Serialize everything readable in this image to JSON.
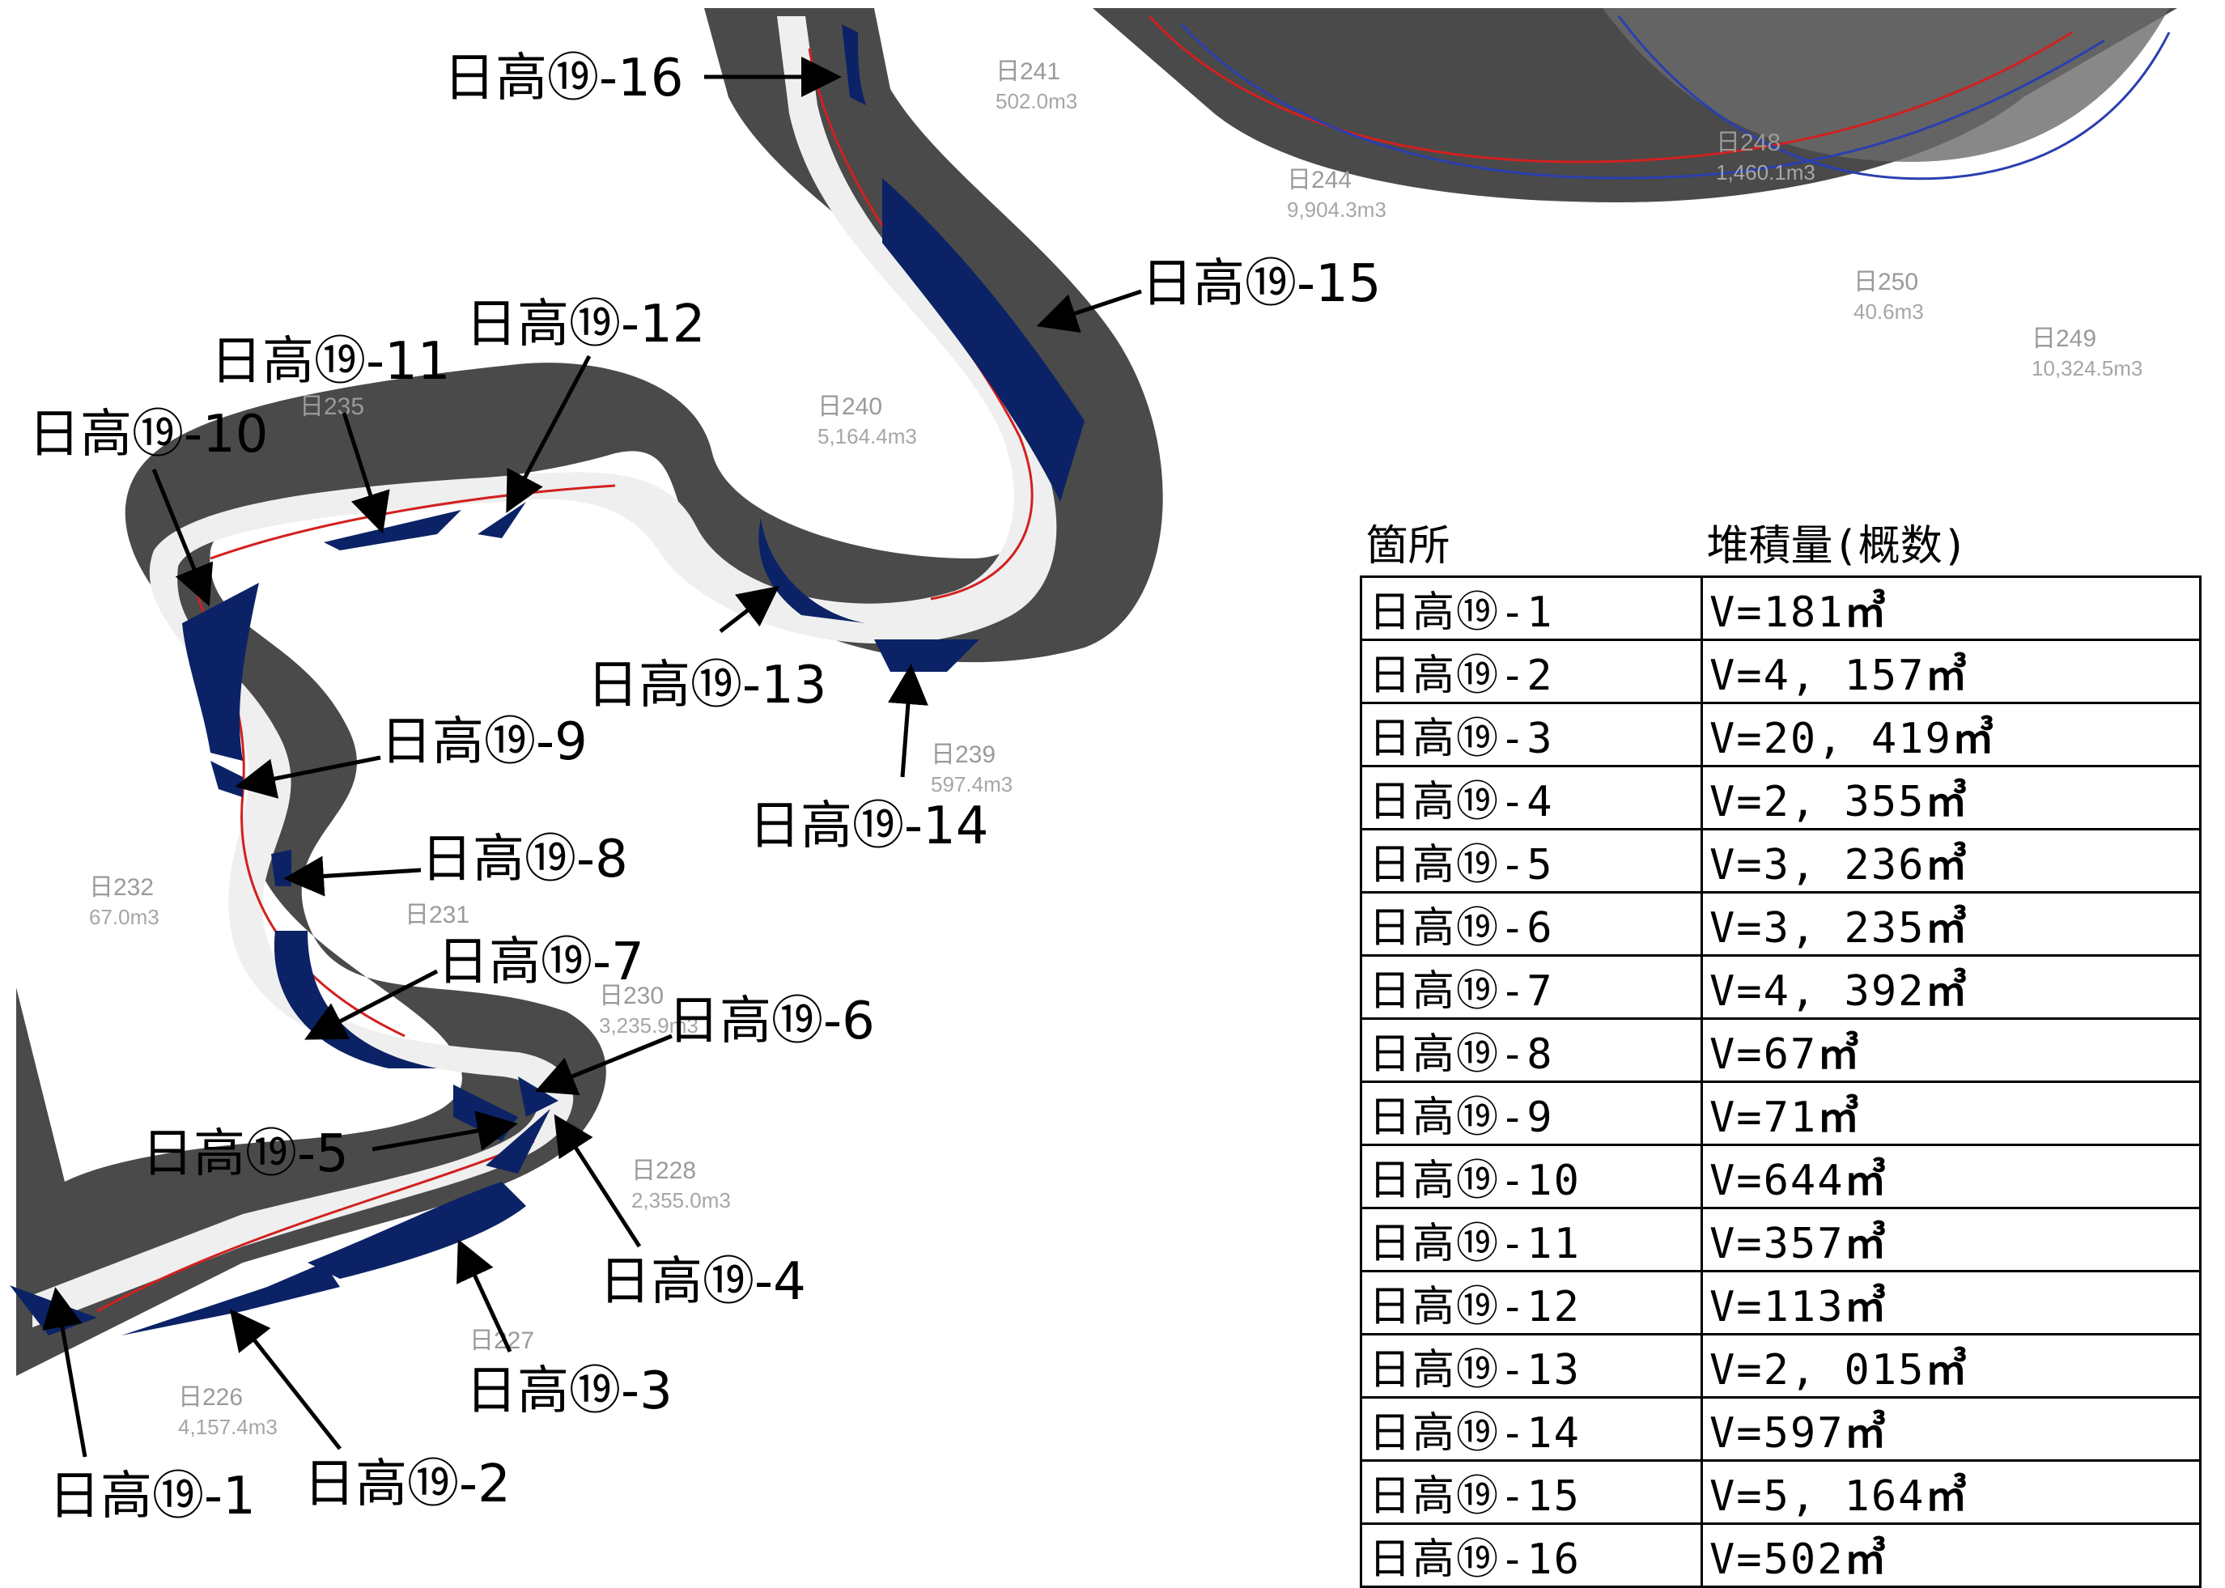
{
  "callouts": [
    {
      "id": 1,
      "label": "日高⑲-1"
    },
    {
      "id": 2,
      "label": "日高⑲-2"
    },
    {
      "id": 3,
      "label": "日高⑲-3"
    },
    {
      "id": 4,
      "label": "日高⑲-4"
    },
    {
      "id": 5,
      "label": "日高⑲-5"
    },
    {
      "id": 6,
      "label": "日高⑲-6"
    },
    {
      "id": 7,
      "label": "日高⑲-7"
    },
    {
      "id": 8,
      "label": "日高⑲-8"
    },
    {
      "id": 9,
      "label": "日高⑲-9"
    },
    {
      "id": 10,
      "label": "日高⑲-10"
    },
    {
      "id": 11,
      "label": "日高⑲-11"
    },
    {
      "id": 12,
      "label": "日高⑲-12"
    },
    {
      "id": 13,
      "label": "日高⑲-13"
    },
    {
      "id": 14,
      "label": "日高⑲-14"
    },
    {
      "id": 15,
      "label": "日高⑲-15"
    },
    {
      "id": 16,
      "label": "日高⑲-16"
    }
  ],
  "map_labels": [
    {
      "code": "日241",
      "volume": "502.0m3"
    },
    {
      "code": "日244",
      "volume": "9,904.3m3"
    },
    {
      "code": "日248",
      "volume": "1,460.1m3"
    },
    {
      "code": "日250",
      "volume": "40.6m3"
    },
    {
      "code": "日249",
      "volume": "10,324.5m3"
    },
    {
      "code": "日240",
      "volume": "5,164.4m3"
    },
    {
      "code": "日239",
      "volume": "597.4m3"
    },
    {
      "code": "日235",
      "volume": ""
    },
    {
      "code": "日232",
      "volume": "67.0m3"
    },
    {
      "code": "日231",
      "volume": ""
    },
    {
      "code": "日230",
      "volume": "3,235.9m3"
    },
    {
      "code": "日228",
      "volume": "2,355.0m3"
    },
    {
      "code": "日227",
      "volume": ""
    },
    {
      "code": "日226",
      "volume": "4,157.4m3"
    }
  ],
  "table": {
    "headers": [
      "箇所",
      "堆積量(概数)"
    ],
    "unit": "㎥",
    "rows": [
      {
        "site": "日高⑲-1",
        "volume": "V=181"
      },
      {
        "site": "日高⑲-2",
        "volume": "V=4, 157"
      },
      {
        "site": "日高⑲-3",
        "volume": "V=20, 419"
      },
      {
        "site": "日高⑲-4",
        "volume": "V=2, 355"
      },
      {
        "site": "日高⑲-5",
        "volume": "V=3, 236"
      },
      {
        "site": "日高⑲-6",
        "volume": "V=3, 235"
      },
      {
        "site": "日高⑲-7",
        "volume": "V=4, 392"
      },
      {
        "site": "日高⑲-8",
        "volume": "V=67"
      },
      {
        "site": "日高⑲-9",
        "volume": "V=71"
      },
      {
        "site": "日高⑲-10",
        "volume": "V=644"
      },
      {
        "site": "日高⑲-11",
        "volume": "V=357"
      },
      {
        "site": "日高⑲-12",
        "volume": "V=113"
      },
      {
        "site": "日高⑲-13",
        "volume": "V=2, 015"
      },
      {
        "site": "日高⑲-14",
        "volume": "V=597"
      },
      {
        "site": "日高⑲-15",
        "volume": "V=5, 164"
      },
      {
        "site": "日高⑲-16",
        "volume": "V=502"
      }
    ]
  },
  "colors": {
    "deposit": "#0b2366",
    "bank": "#5a5a5a",
    "channel": "#f2f2f2",
    "red_line": "#d22020",
    "blue_line": "#2a3fb0"
  }
}
